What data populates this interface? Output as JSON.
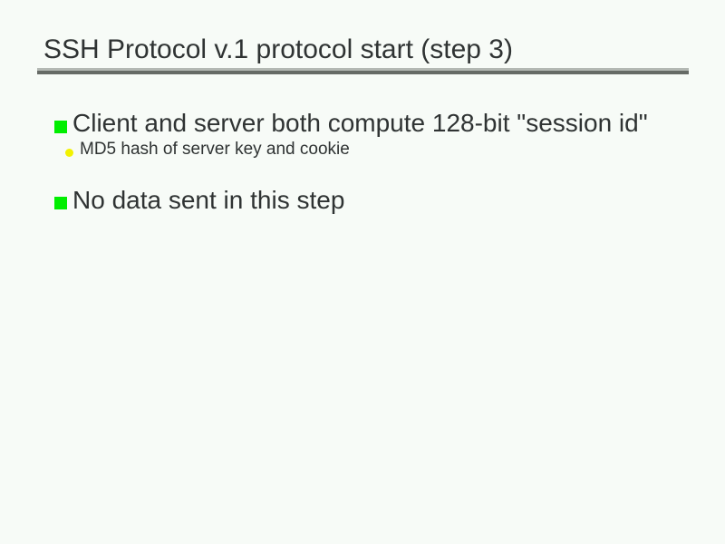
{
  "slide": {
    "title": "SSH Protocol v.1 protocol start (step 3)",
    "bullets": [
      {
        "level": 1,
        "marker": "green-square",
        "text": "Client and server both compute 128-bit \"session id\""
      },
      {
        "level": 2,
        "marker": "yellow-circle",
        "text": "MD5 hash of server key and cookie"
      },
      {
        "level": 1,
        "marker": "green-square",
        "text": "No data sent in this step"
      }
    ],
    "colors": {
      "background": "#f7fbf7",
      "text": "#2f3333",
      "bullet_square": "#00ee00",
      "bullet_circle": "#f2f200",
      "rule_light": "#b3b8b3",
      "rule_dark": "#666b66"
    }
  }
}
